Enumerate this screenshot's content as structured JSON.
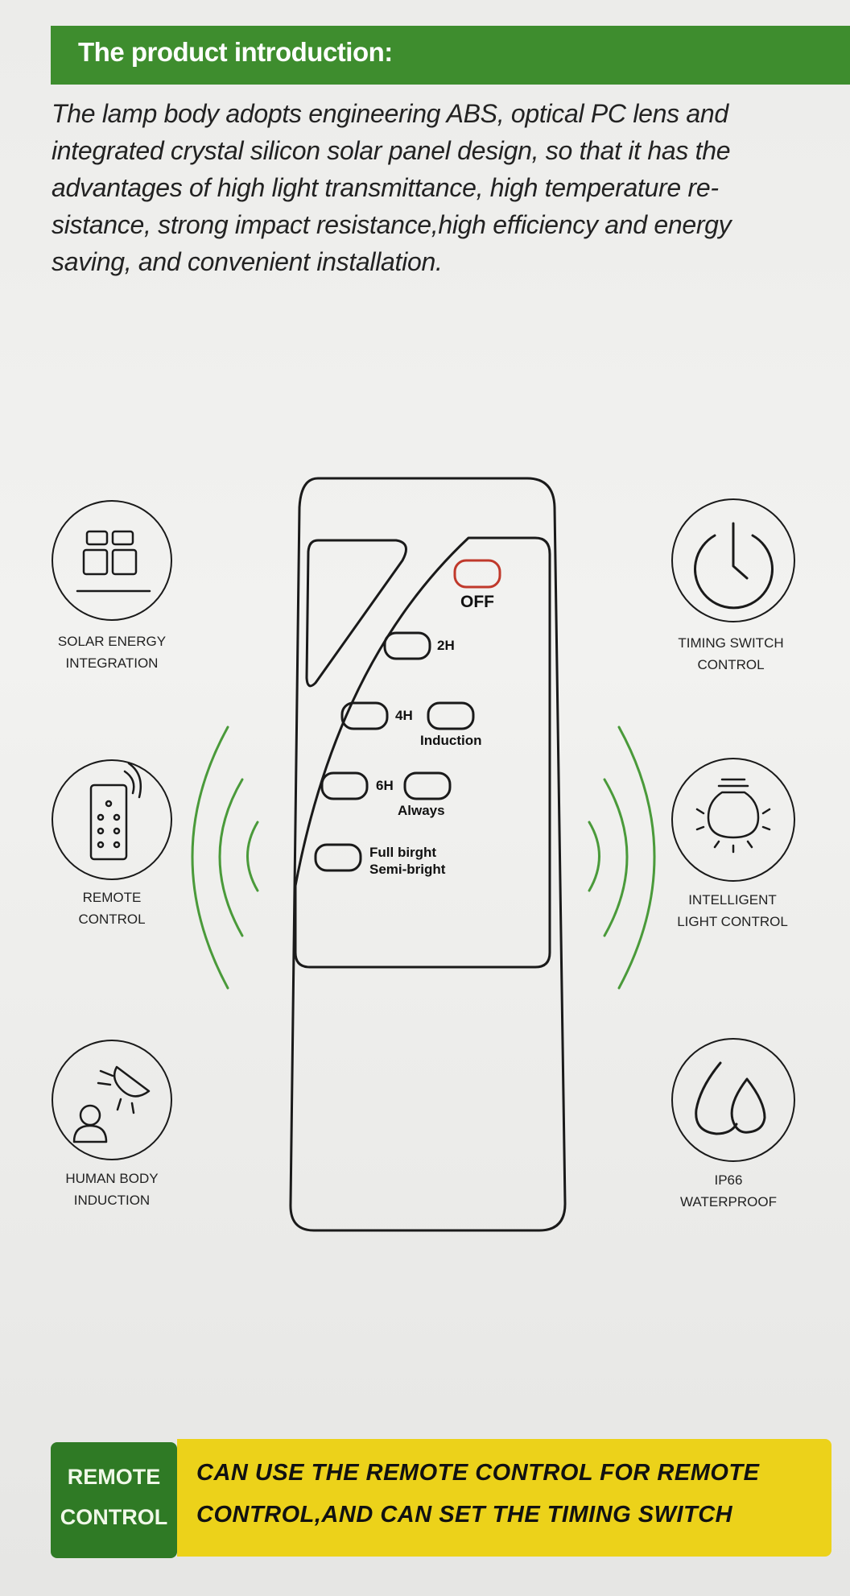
{
  "header": {
    "title": "The product introduction:"
  },
  "intro": {
    "lines": [
      "The lamp body adopts engineering ABS, optical PC lens and",
      "integrated crystal silicon solar panel design, so that it has the",
      "advantages of high light transmittance, high temperature re-",
      "sistance, strong impact resistance,high efficiency and energy",
      "saving, and convenient installation."
    ]
  },
  "features": [
    {
      "icon": "solar-panel-icon",
      "line1": "SOLAR ENERGY",
      "line2": "INTEGRATION"
    },
    {
      "icon": "remote-icon",
      "line1": "REMOTE",
      "line2": "CONTROL"
    },
    {
      "icon": "human-body-induction-icon",
      "line1": "HUMAN BODY",
      "line2": "INDUCTION"
    },
    {
      "icon": "clock-icon",
      "line1": "TIMING SWITCH",
      "line2": "CONTROL"
    },
    {
      "icon": "light-bulb-icon",
      "line1": "INTELLIGENT",
      "line2": "LIGHT CONTROL"
    },
    {
      "icon": "water-drops-icon",
      "line1": "IP66",
      "line2": "WATERPROOF"
    }
  ],
  "remote": {
    "off": "OFF",
    "h2": "2H",
    "h4": "4H",
    "induction": "Induction",
    "h6": "6H",
    "always": "Always",
    "full": "Full birght",
    "semi": "Semi-bright"
  },
  "banner": {
    "tag_line1": "REMOTE",
    "tag_line2": "CONTROL",
    "text_line1": "CAN USE THE REMOTE CONTROL FOR REMOTE",
    "text_line2": "CONTROL,AND CAN SET THE TIMING SWITCH"
  },
  "colors": {
    "green": "#3e8d2e",
    "dark_green": "#2f7a25",
    "yellow": "#ecd21a",
    "off_red": "#c0392b",
    "wave_green": "#4a9a3a"
  }
}
